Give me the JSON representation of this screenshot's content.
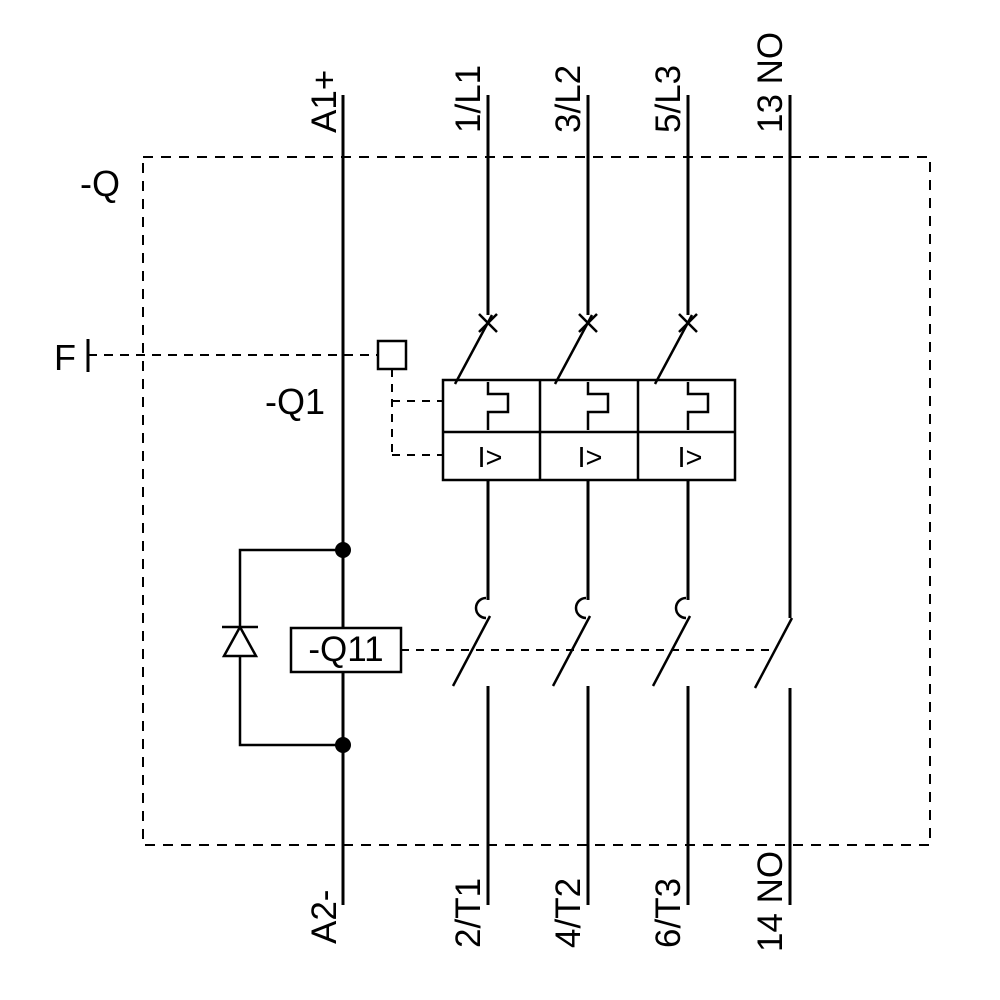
{
  "diagram": {
    "enclosure": {
      "device_label": "-Q"
    },
    "fault_line": {
      "label": "F"
    },
    "breaker": {
      "label": "-Q1",
      "poles": [
        {
          "overcurrent_symbol": "I>"
        },
        {
          "overcurrent_symbol": "I>"
        },
        {
          "overcurrent_symbol": "I>"
        }
      ]
    },
    "contactor": {
      "label": "-Q11"
    },
    "coil_circuit": {
      "top_terminal": "A1+",
      "bottom_terminal": "A2-"
    },
    "power_circuit": {
      "top_terminals": [
        "1/L1",
        "3/L2",
        "5/L3"
      ],
      "bottom_terminals": [
        "2/T1",
        "4/T2",
        "6/T3"
      ]
    },
    "auxiliary_contact": {
      "top_terminal": "13 NO",
      "bottom_terminal": "14 NO"
    },
    "colors": {
      "stroke": "#000000",
      "background": "#ffffff"
    }
  }
}
